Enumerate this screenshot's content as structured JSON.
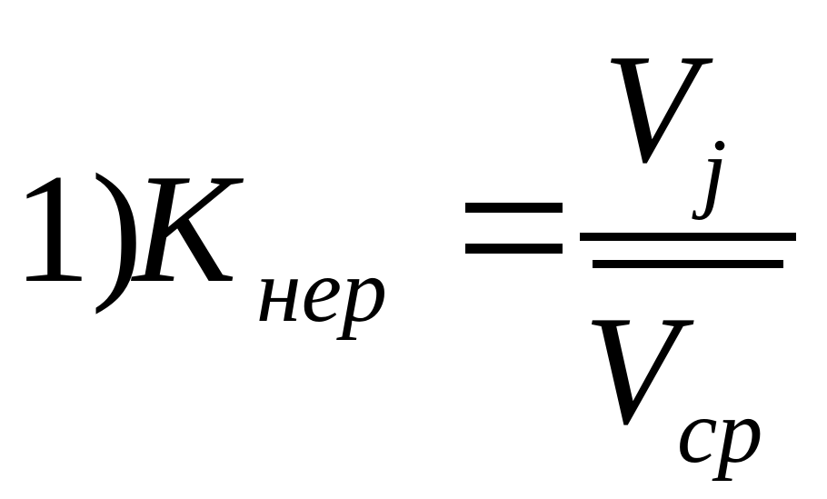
{
  "formula": {
    "label": "1)",
    "lhs": {
      "symbol": "K",
      "subscript": "нер"
    },
    "equals": "=",
    "rhs": {
      "numerator": {
        "symbol": "V",
        "subscript": "j"
      },
      "denominator": {
        "symbol": "V",
        "subscript": "ср"
      }
    }
  }
}
